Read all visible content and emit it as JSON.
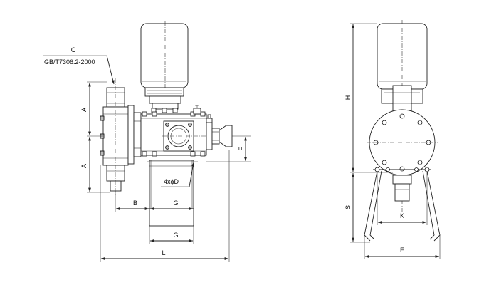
{
  "labels": {
    "c": "C",
    "standard": "GB/T7306.2-2000",
    "a_top": "A",
    "a_bottom": "A",
    "f": "F",
    "holes": "4xϕD",
    "b": "B",
    "g_top": "G",
    "g_bottom": "G",
    "l": "L",
    "h": "H",
    "s": "S",
    "k": "K",
    "e": "E"
  }
}
